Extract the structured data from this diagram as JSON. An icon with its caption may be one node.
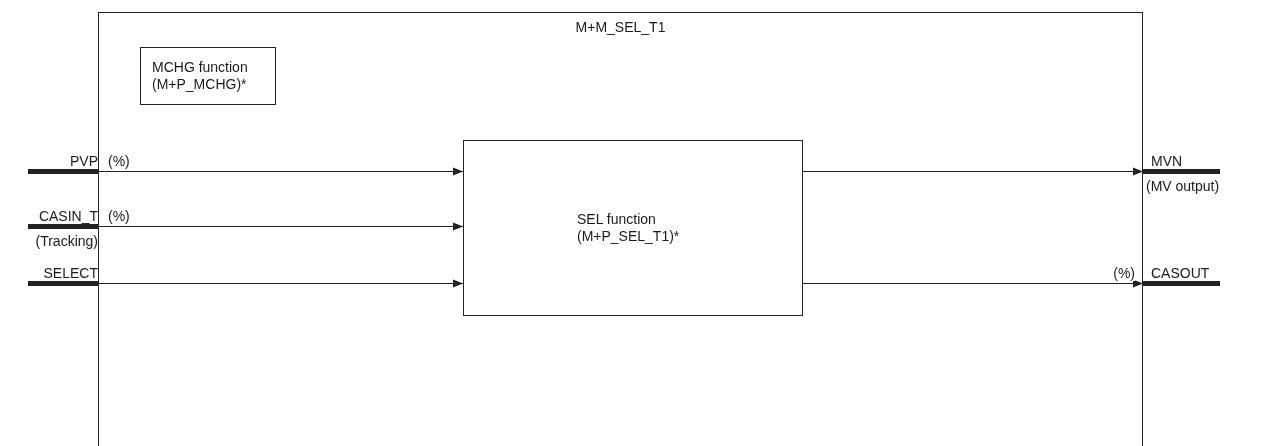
{
  "diagram": {
    "nodes": [
      {
        "text": [
          "M+M_SEL_T1"
        ]
      },
      {
        "text": [
          "MCHG function (M+P_MCHG)*"
        ],
        "in": 0
      },
      {
        "text": [
          "SEL function (M+P_SEL_T1)*"
        ],
        "in": 0
      },
      {
        "text": [
          "PVP"
        ]
      },
      {
        "text": [
          "CASIN_T"
        ],
        "beside": [
          "(Tracking)"
        ]
      },
      {
        "text": [
          "SELECT"
        ]
      },
      {
        "text": [
          "MVN"
        ],
        "beside": [
          "(MV output)"
        ]
      },
      {
        "text": [
          "CASOUT"
        ]
      }
    ],
    "edges": [
      {
        "from": 3,
        "to": 2,
        "arrow": "to",
        "label": "(%)"
      },
      {
        "from": 4,
        "to": 2,
        "arrow": "to",
        "label": "(%)"
      },
      {
        "from": 5,
        "to": 2,
        "arrow": "to"
      },
      {
        "from": 2,
        "to": 6,
        "arrow": "to"
      },
      {
        "from": 2,
        "to": 7,
        "arrow": "to",
        "label": "(%)"
      }
    ]
  }
}
